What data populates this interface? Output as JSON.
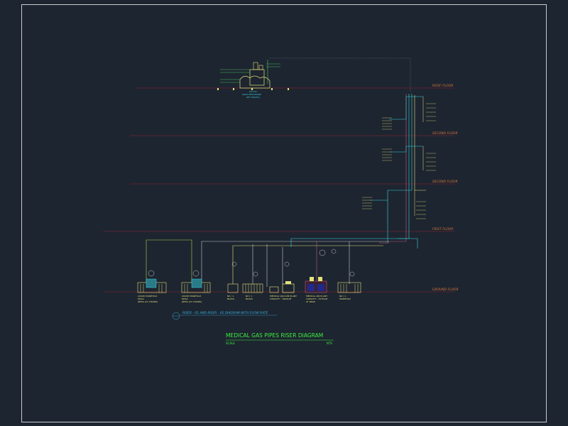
{
  "floors": [
    {
      "label": "ROOF FLOOR"
    },
    {
      "label": "SECOND FLOOR"
    },
    {
      "label": "SECOND FLOOR"
    },
    {
      "label": "FIRST FLOOR"
    },
    {
      "label": "GROUND FLOOR"
    }
  ],
  "roof_equipment": {
    "line1": "O2 FLO",
    "line2": "AGSS DISCHARGE",
    "line3": "OFF DISCHG."
  },
  "plant_captions": [
    {
      "line1": "LIQUID MANIFOLD",
      "line2": "MCG1",
      "line3": "(NFPA 2/1 CHAINS)"
    },
    {
      "line1": "LIQUID MANIFOLD",
      "line2": "MCG1",
      "line3": "(NFPA 2/1 CHAINS)"
    },
    {
      "line1": "N2 / 1",
      "line2": "BLOCK"
    },
    {
      "line1": "N2 / 1",
      "line2": "BLOCK"
    },
    {
      "line1": "MEDICAL VACUUM PLANT",
      "line2": "CAPACITY : 3900L/M"
    },
    {
      "line1": "MEDICAL AIR PLANT",
      "line2": "CAPACITY : 3375L/M",
      "line3": "AT 4BAR"
    },
    {
      "line1": "N2 / 1",
      "line2": "MANIFOLD"
    }
  ],
  "riser_note": "RISER - 01 AND RISER - 02 DIAGRAM WITH FLOW RATE",
  "main_title": "MEDICAL GAS PIPES RISER DIAGRAM",
  "scale_label": "SCALE",
  "scale_value": "NTS"
}
